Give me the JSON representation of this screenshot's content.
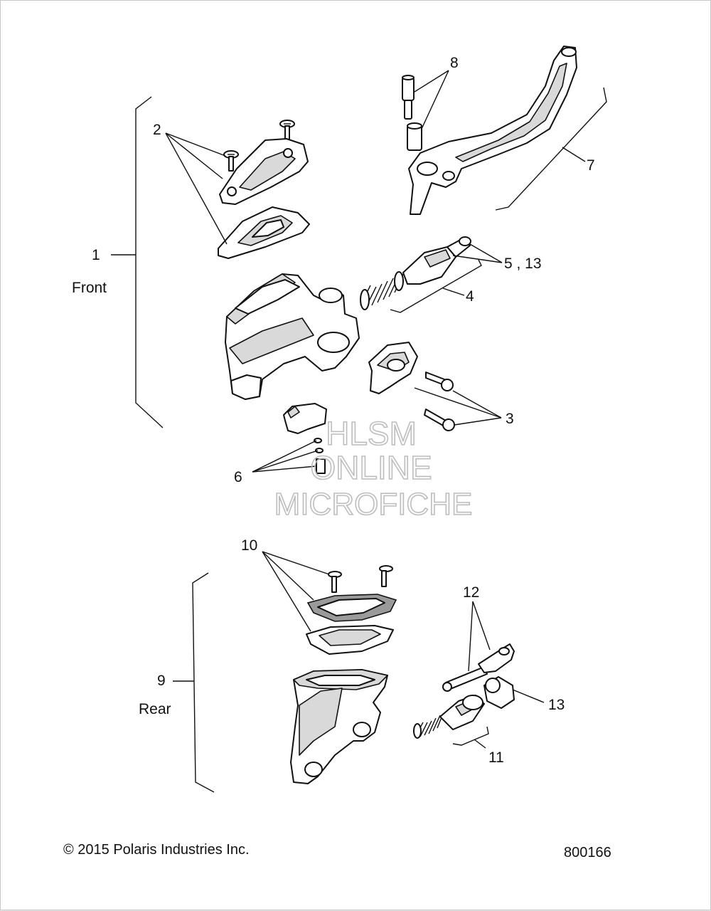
{
  "sections": {
    "front": {
      "callout": "1",
      "label": "Front"
    },
    "rear": {
      "callout": "9",
      "label": "Rear"
    }
  },
  "callouts": {
    "c2": "2",
    "c3": "3",
    "c4": "4",
    "c5_13": "5 , 13",
    "c6": "6",
    "c7": "7",
    "c8": "8",
    "c10": "10",
    "c11": "11",
    "c12": "12",
    "c13": "13"
  },
  "watermark": {
    "line1": "HLSM",
    "line2": "ONLINE",
    "line3": "MICROFICHE"
  },
  "footer": {
    "copyright": "© 2015 Polaris Industries Inc.",
    "diagram_number": "800166"
  }
}
